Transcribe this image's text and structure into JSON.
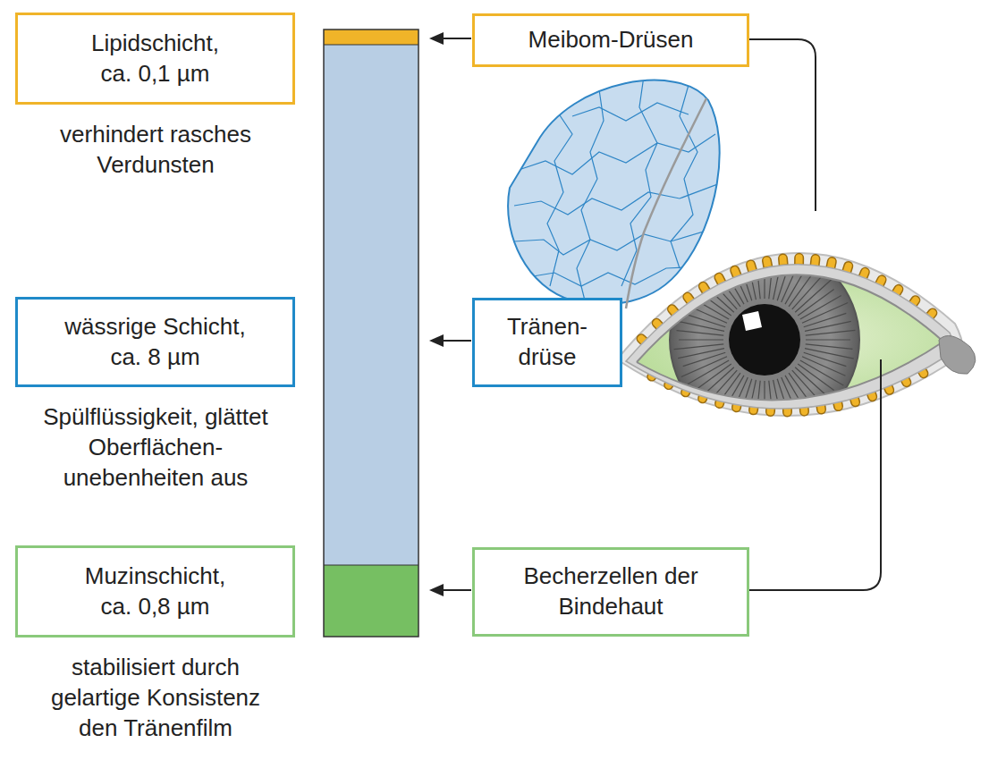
{
  "diagram": {
    "nodes": [
      {
        "text": [
          "Lipidschicht, ca. 0,1 µm",
          "verhindert rasches Verdunsten"
        ]
      },
      {
        "text": [
          "Meibom-Drüsen"
        ]
      },
      {
        "text": [
          "wässrige Schicht, ca. 8 µm",
          "Spülflüssigkeit, glättet Oberflächen-unebenheiten aus"
        ]
      },
      {
        "text": [
          "Tränen-drüse"
        ]
      },
      {
        "text": [
          "Muzinschicht, ca. 0,8 µm",
          "stabilisiert durch gelartige Konsistenz den Tränenfilm"
        ]
      },
      {
        "text": [
          "Becherzellen der Bindehaut"
        ]
      }
    ]
  }
}
